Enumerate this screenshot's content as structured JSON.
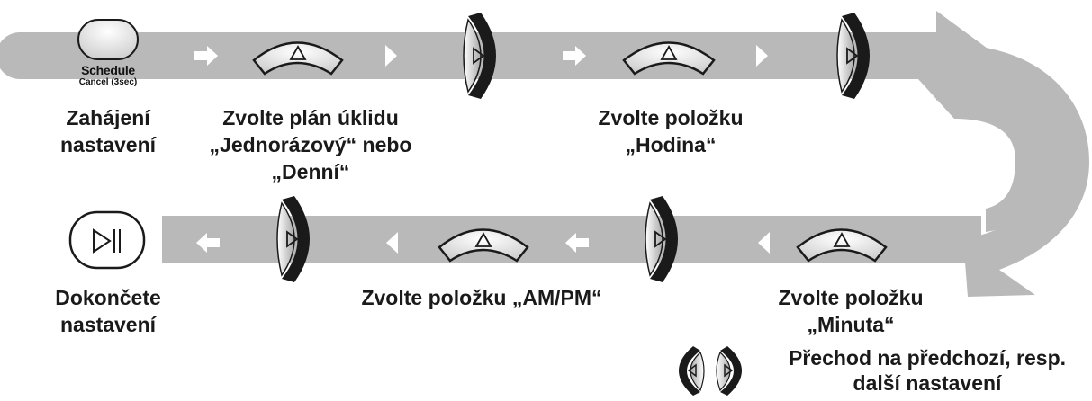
{
  "button_labels": {
    "schedule": "Schedule",
    "cancel": "Cancel (3sec)"
  },
  "steps": {
    "start": [
      "Zahájení",
      "nastavení"
    ],
    "plan": [
      "Zvolte plán úklidu",
      "„Jednorázový“ nebo",
      "„Denní“"
    ],
    "hour": [
      "Zvolte položku",
      "„Hodina“"
    ],
    "minute": [
      "Zvolte položku",
      "„Minuta“"
    ],
    "ampm": [
      "Zvolte položku „AM/PM“"
    ],
    "finish": [
      "Dokončete",
      "nastavení"
    ]
  },
  "legend": [
    "Přechod na předchozí, resp.",
    "další nastavení"
  ],
  "colors": {
    "band": "#b9b9b9",
    "outline": "#1a1a1a",
    "button_fill": "#e6e6e6",
    "arrow": "#ffffff"
  }
}
